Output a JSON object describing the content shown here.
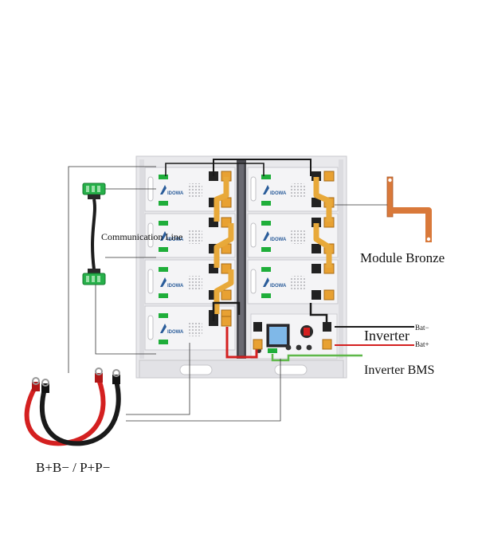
{
  "labels": {
    "communication_line": "Communication Line",
    "module_bronze": "Module Bronze",
    "inverter": "Inverter",
    "bat_minus": "Bat−",
    "bat_plus": "Bat+",
    "inverter_bms": "Inverter BMS",
    "battery_cables": "B+B− / P+P−"
  },
  "module_brand": "IDOWA",
  "colors": {
    "frame": "#e9e9ec",
    "module": "#f4f4f6",
    "busbar": "#e8a93a",
    "terminal_black": "#222222",
    "terminal_orange": "#e8a132",
    "green_connector": "#1fae3a",
    "cable_red": "#d42020",
    "cable_black": "#1a1a1a",
    "bms_line": "#5fb84a",
    "bronze": "#d9793a"
  },
  "icons": [
    "communication-connector-icon",
    "module-bronze-icon",
    "battery-cable-icon",
    "lcd-display-icon",
    "rotary-switch-icon"
  ]
}
